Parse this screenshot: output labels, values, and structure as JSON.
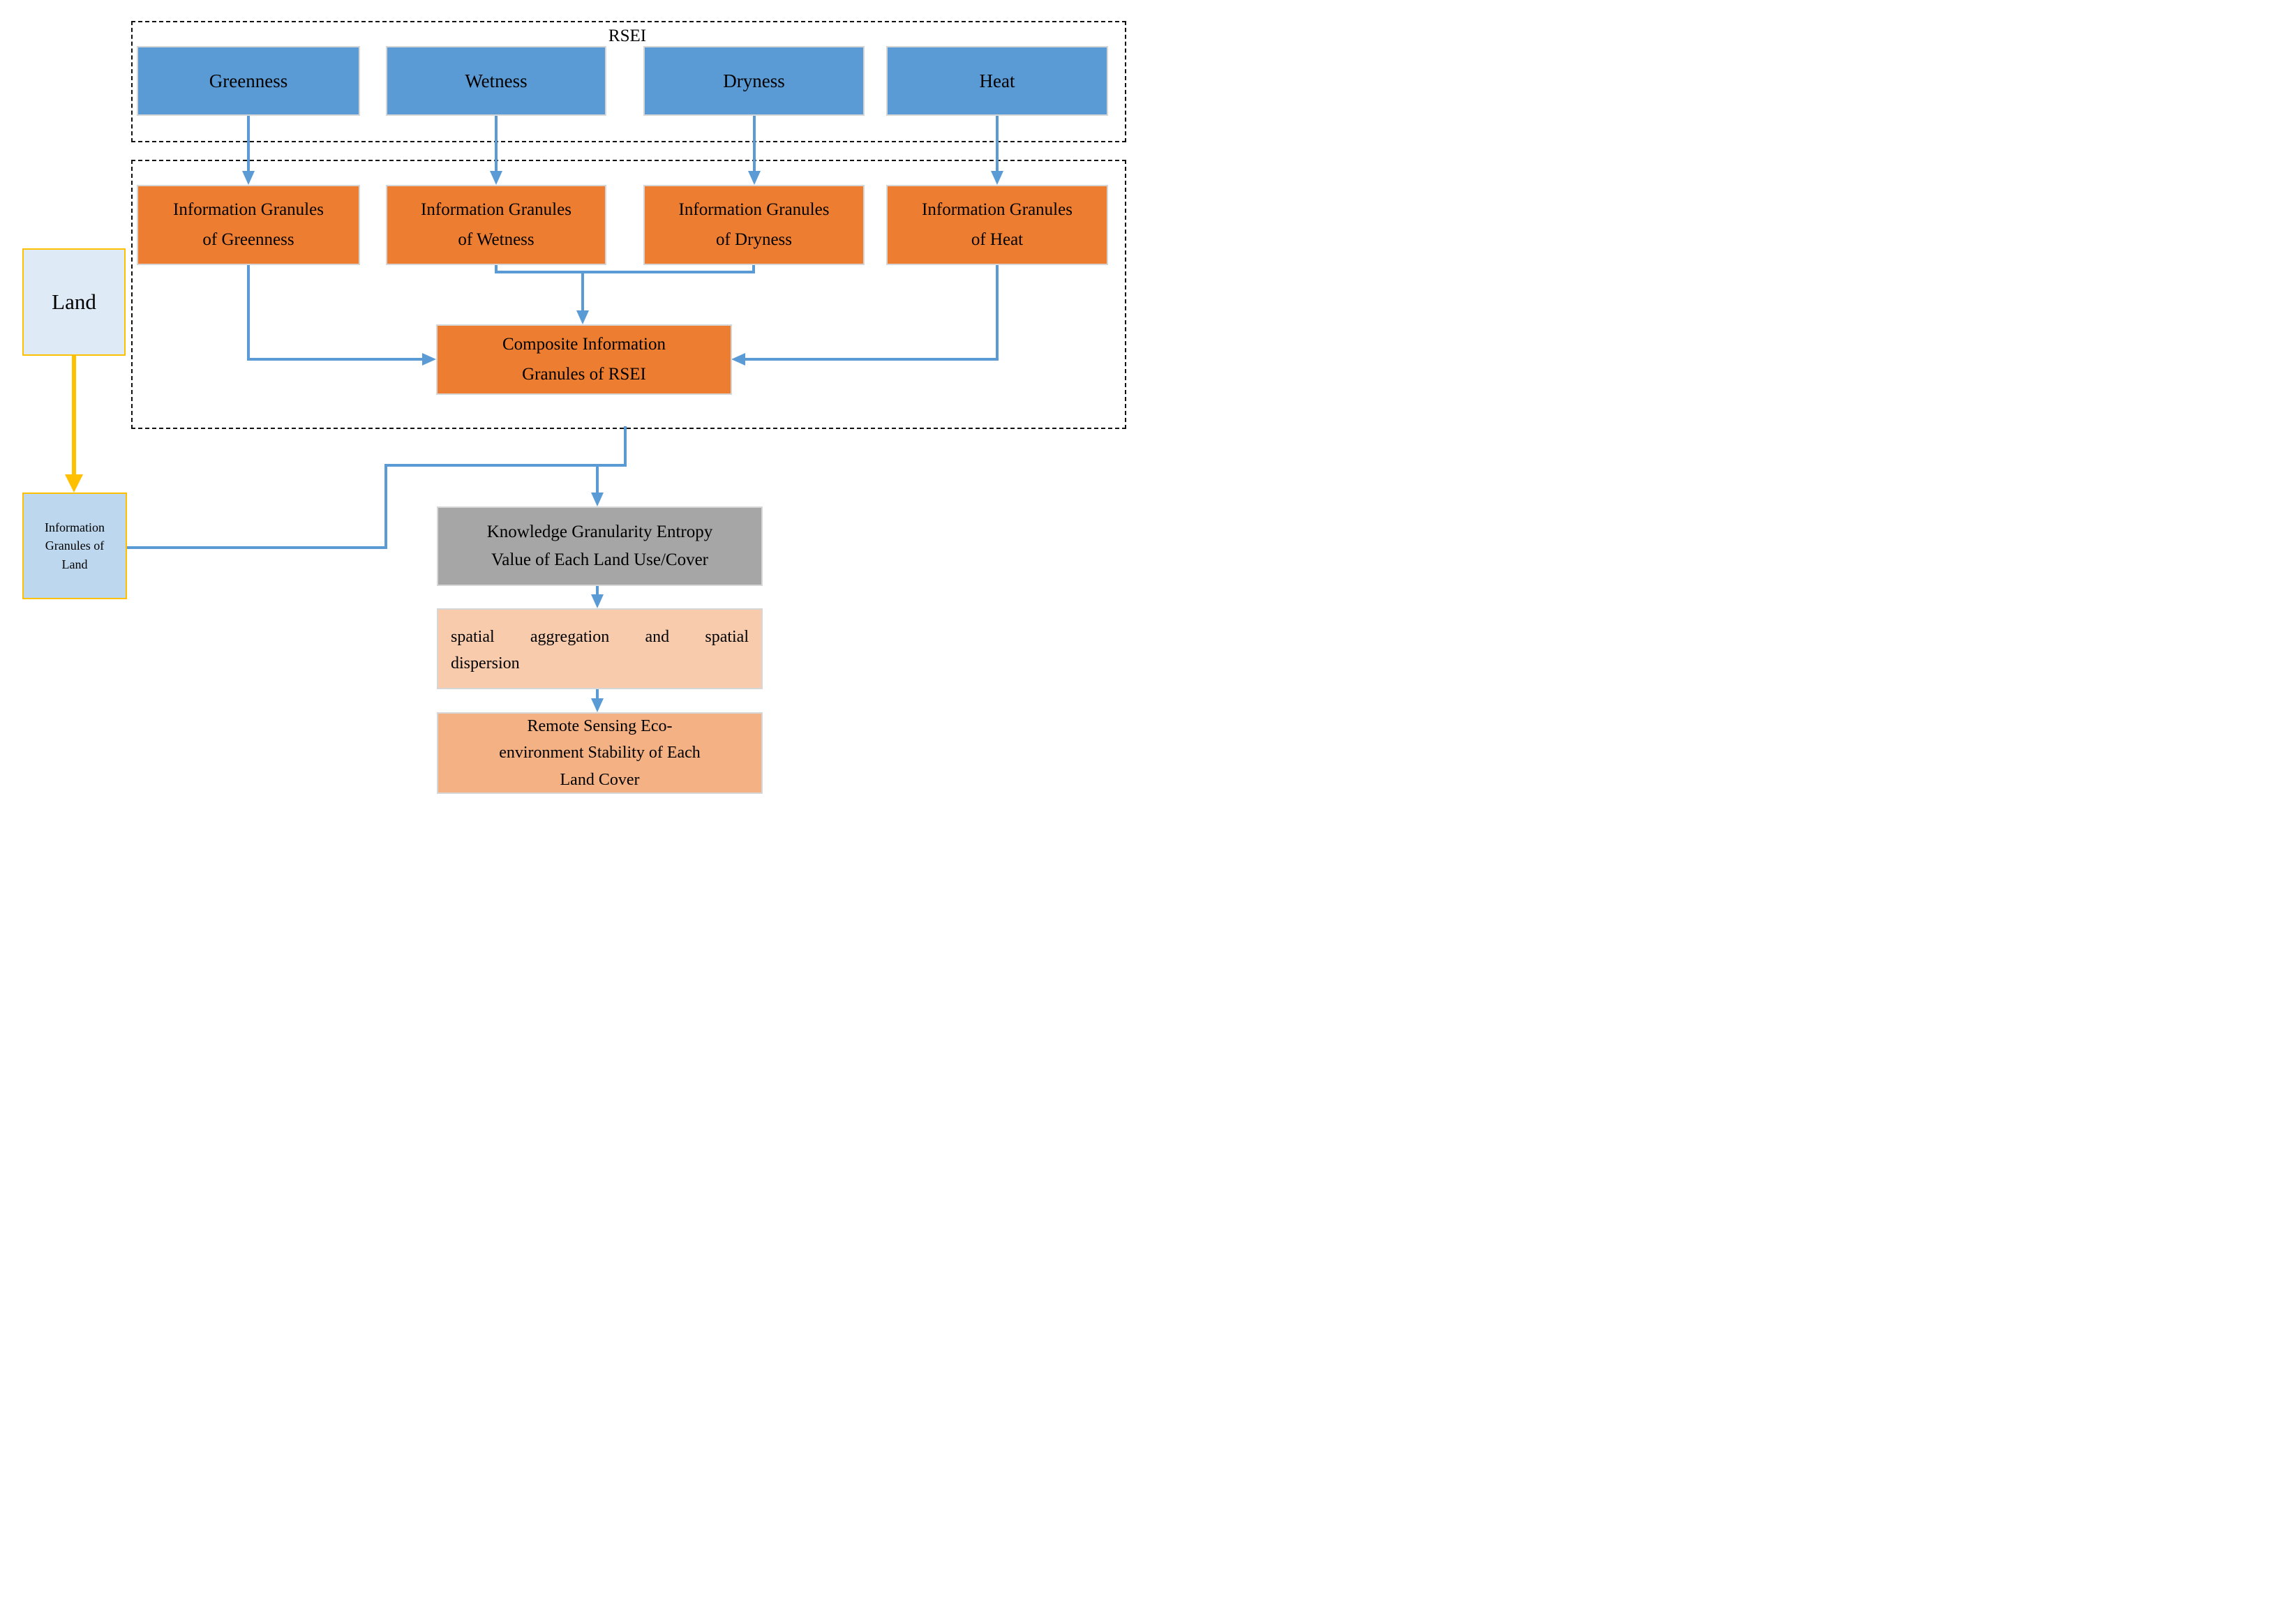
{
  "diagram": {
    "regions": {
      "rsei_label": "RSEI"
    },
    "row1": [
      {
        "label": "Greenness"
      },
      {
        "label": "Wetness"
      },
      {
        "label": "Dryness"
      },
      {
        "label": "Heat"
      }
    ],
    "row2": [
      {
        "lines": [
          "Information Granules",
          "of Greenness"
        ]
      },
      {
        "lines": [
          "Information Granules",
          "of Wetness"
        ]
      },
      {
        "lines": [
          "Information Granules",
          "of Dryness"
        ]
      },
      {
        "lines": [
          "Information Granules",
          "of Heat"
        ]
      }
    ],
    "composite": {
      "lines": [
        "Composite Information",
        "Granules of RSEI"
      ]
    },
    "land": {
      "label": "Land"
    },
    "land_granules": {
      "lines": [
        "Information",
        "Granules of",
        "Land"
      ]
    },
    "knowledge": {
      "lines": [
        "Knowledge Granularity Entropy",
        "Value of Each Land Use/Cover"
      ]
    },
    "spatial": {
      "line1": "spatial aggregation and spatial",
      "line2": "dispersion"
    },
    "stability": {
      "lines": [
        "Remote Sensing Eco-",
        "environment Stability of Each",
        "Land Cover"
      ]
    },
    "colors": {
      "box_blue": "#5B9BD5",
      "box_orange": "#ED7D31",
      "box_gray": "#A6A6A6",
      "box_peach_light": "#F8CBAD",
      "box_peach": "#F4B183",
      "land_fill": "#DEEBF7",
      "land_granules_fill": "#BDD7EE",
      "accent_yellow": "#FFC000",
      "connector_blue": "#5B9BD5",
      "box_border_gray": "#D6D6D6",
      "text": "#000000"
    }
  }
}
